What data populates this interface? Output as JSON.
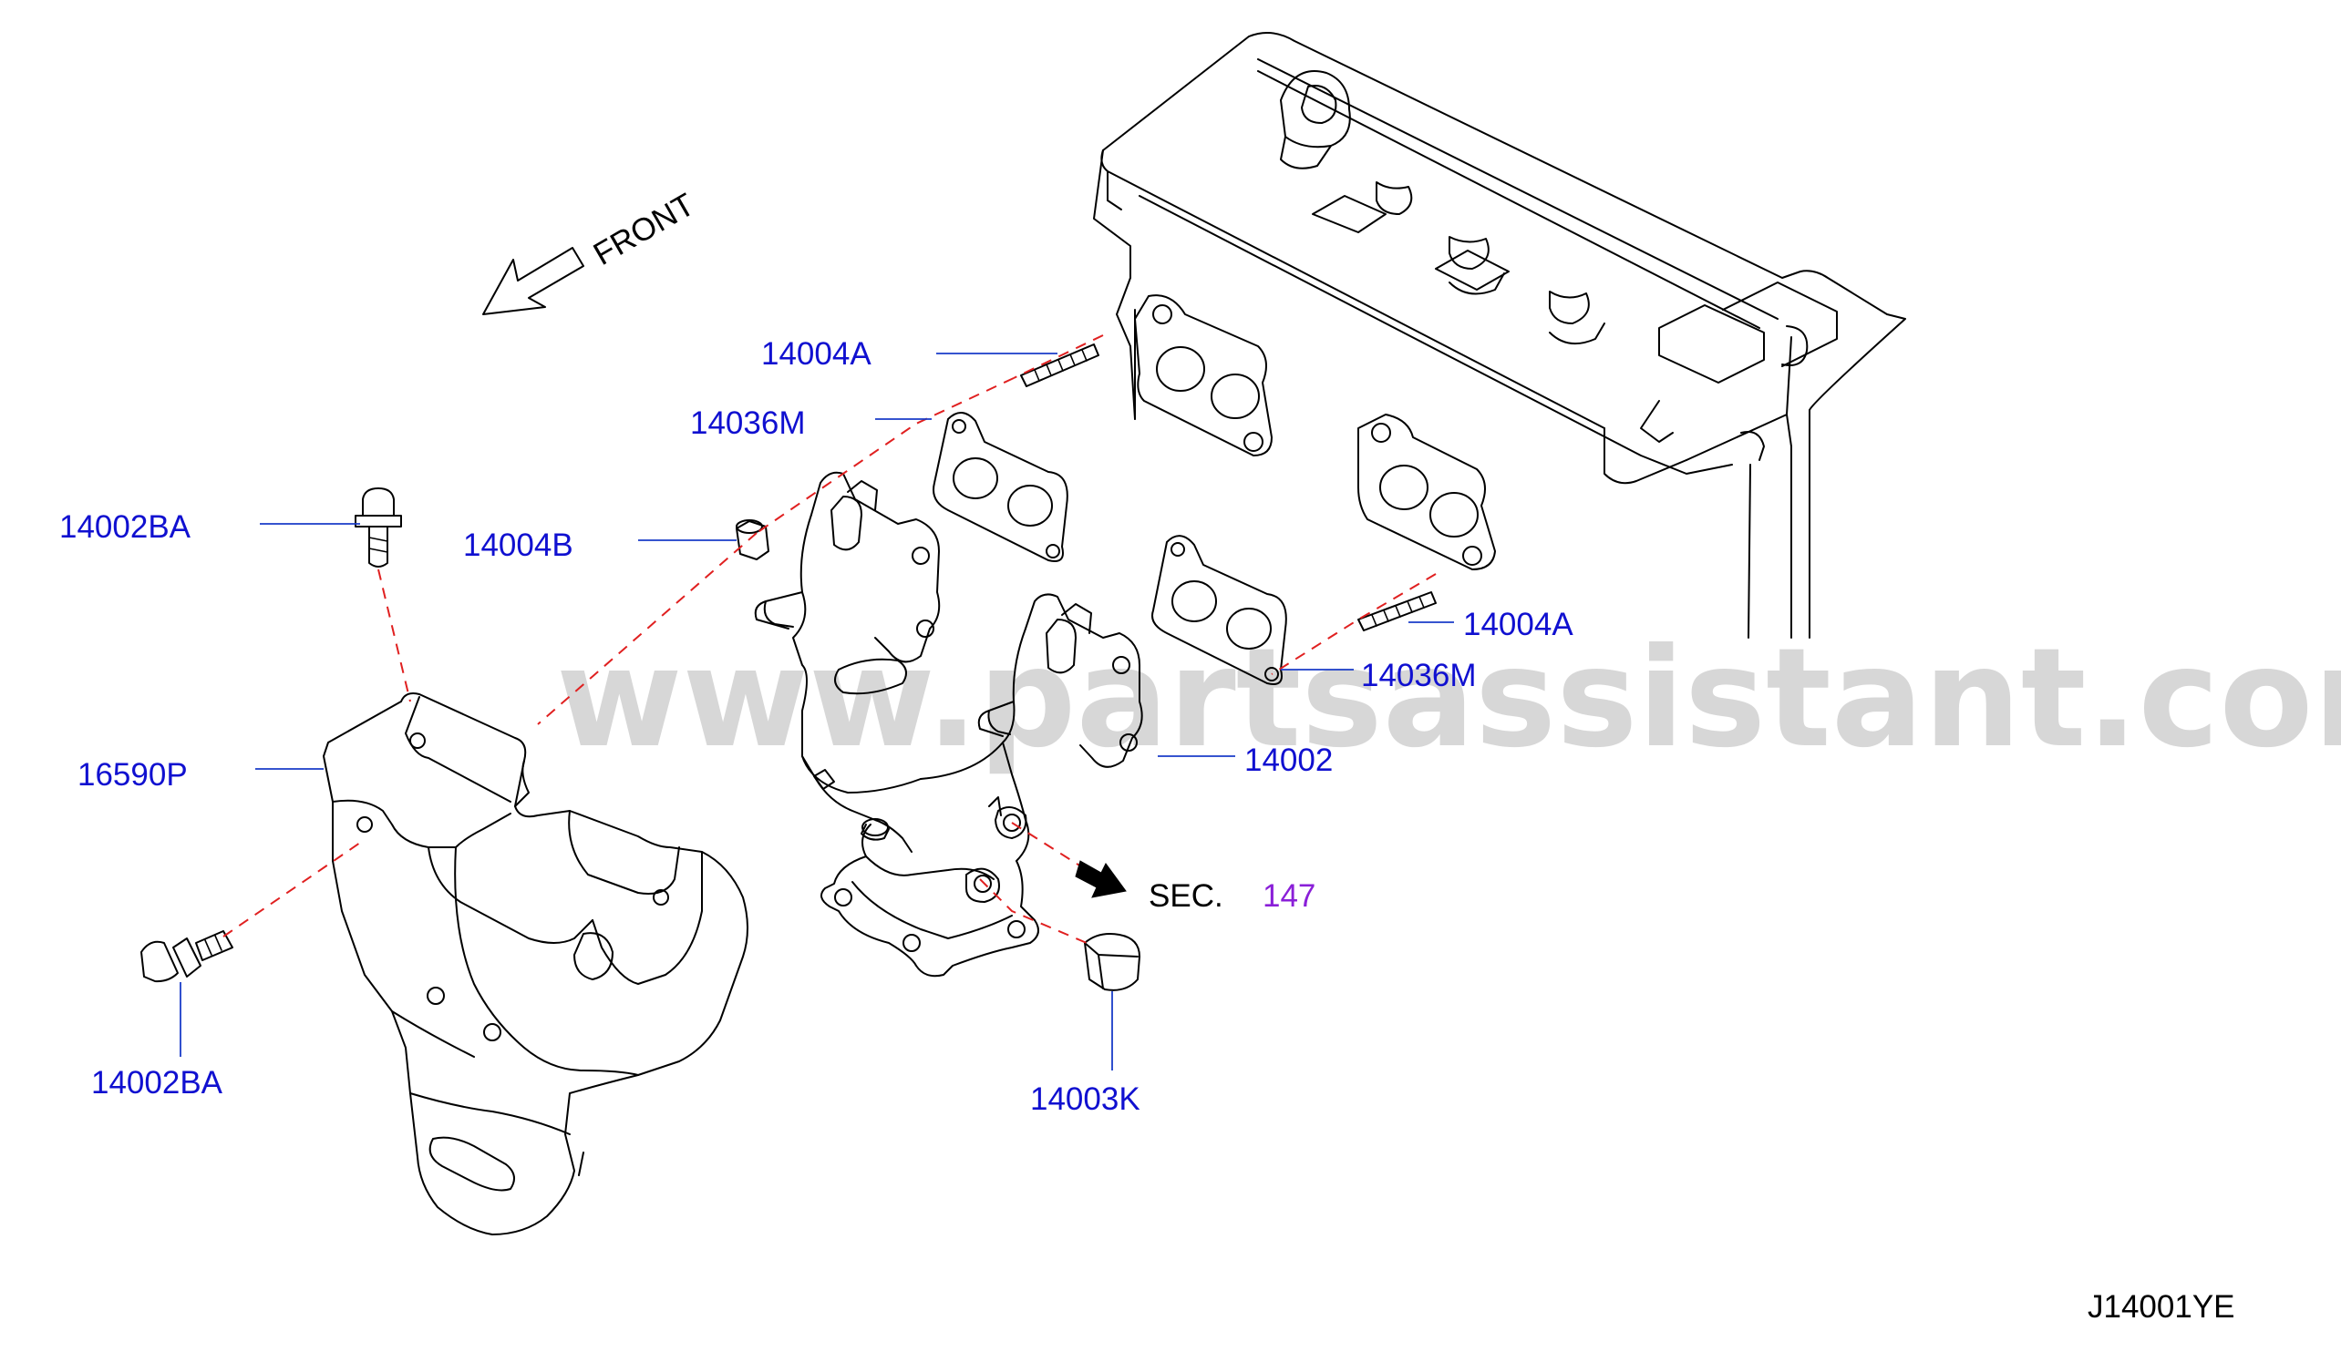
{
  "colors": {
    "label": "#1010d0",
    "label_highlight": "#8a1fd8",
    "leader": "#1a3cc8",
    "dashed_guide": "#e02020",
    "watermark": "#d7d7d7",
    "line_art": "#000000"
  },
  "direction_indicator": {
    "label": "FRONT"
  },
  "watermark": "www.partsassistant.com",
  "parts": [
    {
      "id": "p1",
      "label": "14004A"
    },
    {
      "id": "p2",
      "label": "14036M"
    },
    {
      "id": "p3",
      "label": "14002BA"
    },
    {
      "id": "p4",
      "label": "14004B"
    },
    {
      "id": "p5",
      "label": "14004A"
    },
    {
      "id": "p6",
      "label": "14036M"
    },
    {
      "id": "p7",
      "label": "16590P"
    },
    {
      "id": "p8",
      "label": "14002"
    },
    {
      "id": "p9",
      "label": "14002BA"
    },
    {
      "id": "p10",
      "label": "14003K"
    }
  ],
  "section_reference": {
    "prefix": "SEC.",
    "number": "147"
  },
  "diagram_code": "J14001YE"
}
